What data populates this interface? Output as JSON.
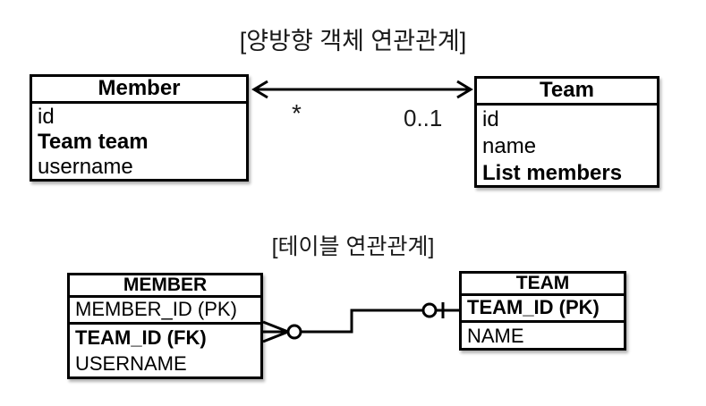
{
  "object_diagram": {
    "title": "[양방향 객체 연관관계]",
    "member_class": {
      "name": "Member",
      "fields": [
        {
          "label": "id",
          "bold": false
        },
        {
          "label": "Team team",
          "bold": true
        },
        {
          "label": "username",
          "bold": false
        }
      ]
    },
    "team_class": {
      "name": "Team",
      "fields": [
        {
          "label": "id",
          "bold": false
        },
        {
          "label": "name",
          "bold": false
        },
        {
          "label": "List members",
          "bold": true
        }
      ]
    },
    "association": {
      "type": "bidirectional-arrow",
      "member_multiplicity": "*",
      "team_multiplicity": "0..1"
    }
  },
  "table_diagram": {
    "title": "[테이블 연관관계]",
    "member_table": {
      "name": "MEMBER",
      "pk_row": "MEMBER_ID (PK)",
      "rows": [
        {
          "label": "TEAM_ID (FK)",
          "bold": true
        },
        {
          "label": "USERNAME",
          "bold": false
        }
      ]
    },
    "team_table": {
      "name": "TEAM",
      "pk_row": "TEAM_ID (PK)",
      "rows": [
        {
          "label": "NAME",
          "bold": false
        }
      ]
    },
    "relationship": {
      "member_end": "zero-or-many (crow-foot with circle)",
      "team_end": "zero-or-one (circle with bar)"
    }
  },
  "colors": {
    "line": "#000000",
    "background": "#ffffff",
    "text": "#1a1a1a"
  }
}
